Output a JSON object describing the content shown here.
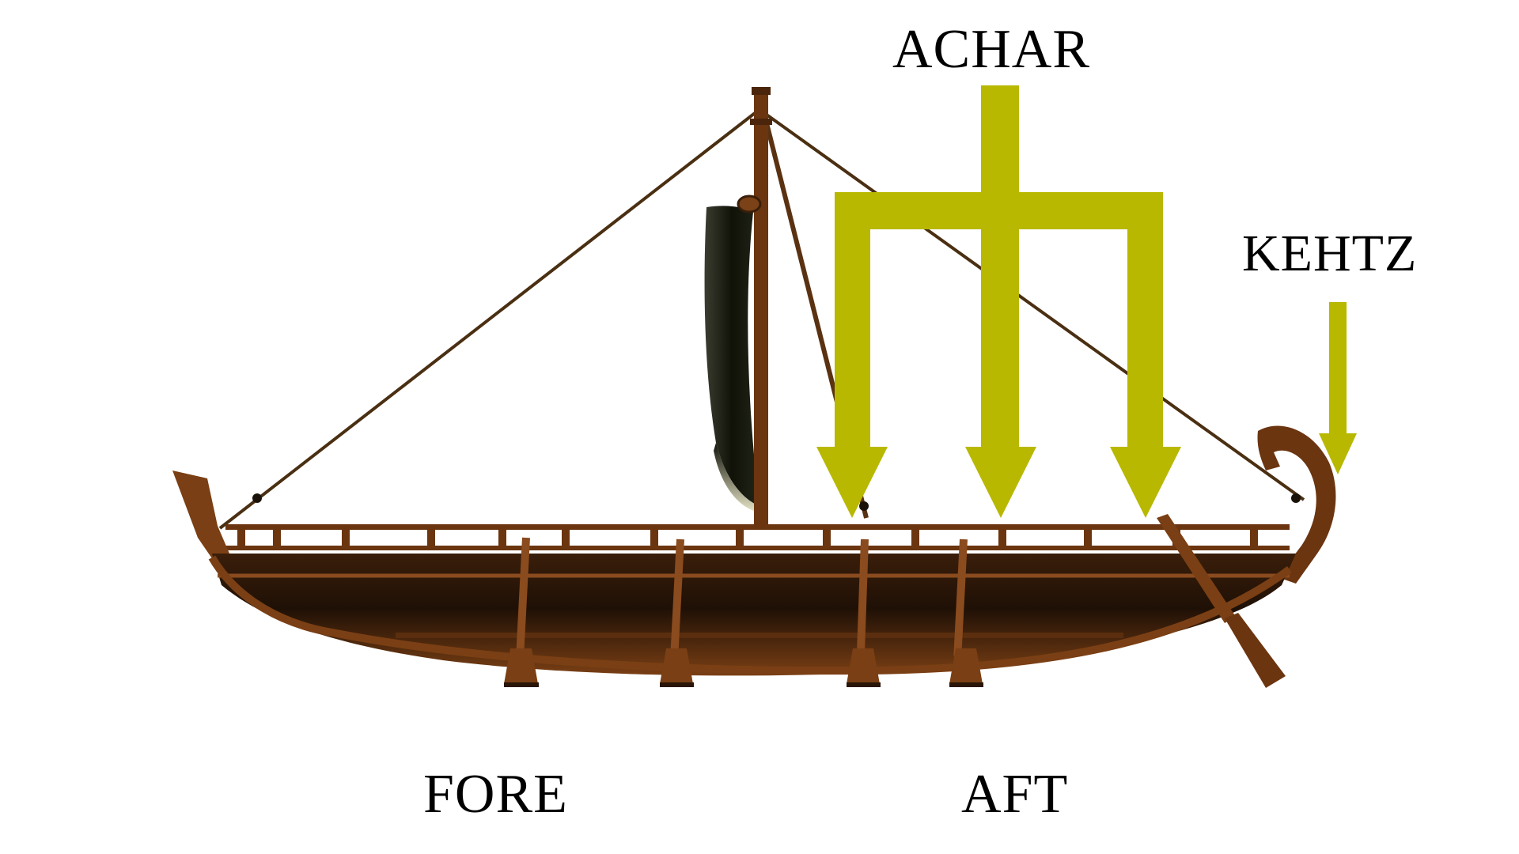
{
  "labels": {
    "achar": "ACHAR",
    "kehtz": "KEHTZ",
    "fore": "FORE",
    "aft": "AFT"
  },
  "colors": {
    "arrow": "#b8b800",
    "hull_dark": "#2a1608",
    "wood": "#6b3510",
    "wood_light": "#8a4b1e",
    "sail": "#15170f",
    "rope": "#4a2f12",
    "background": "#ffffff"
  }
}
